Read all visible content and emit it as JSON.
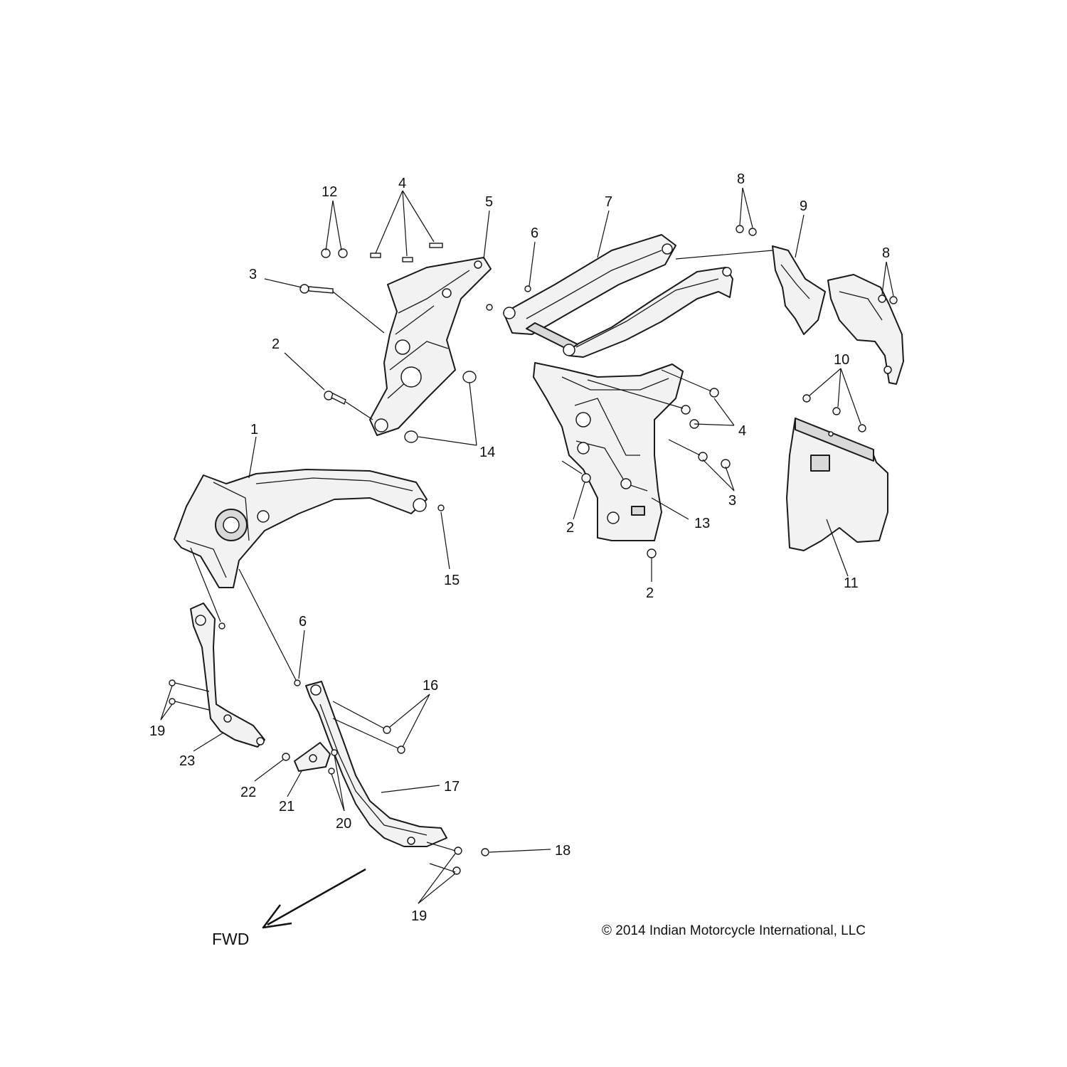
{
  "callouts": [
    {
      "id": "c1",
      "text": "1"
    },
    {
      "id": "c2a",
      "text": "2"
    },
    {
      "id": "c2b",
      "text": "2"
    },
    {
      "id": "c2c",
      "text": "2"
    },
    {
      "id": "c3a",
      "text": "3"
    },
    {
      "id": "c3b",
      "text": "3"
    },
    {
      "id": "c4a",
      "text": "4"
    },
    {
      "id": "c4b",
      "text": "4"
    },
    {
      "id": "c5",
      "text": "5"
    },
    {
      "id": "c6a",
      "text": "6"
    },
    {
      "id": "c6b",
      "text": "6"
    },
    {
      "id": "c7",
      "text": "7"
    },
    {
      "id": "c8a",
      "text": "8"
    },
    {
      "id": "c8b",
      "text": "8"
    },
    {
      "id": "c9",
      "text": "9"
    },
    {
      "id": "c10",
      "text": "10"
    },
    {
      "id": "c11",
      "text": "11"
    },
    {
      "id": "c12",
      "text": "12"
    },
    {
      "id": "c13",
      "text": "13"
    },
    {
      "id": "c14",
      "text": "14"
    },
    {
      "id": "c15",
      "text": "15"
    },
    {
      "id": "c16",
      "text": "16"
    },
    {
      "id": "c17",
      "text": "17"
    },
    {
      "id": "c18",
      "text": "18"
    },
    {
      "id": "c19a",
      "text": "19"
    },
    {
      "id": "c19b",
      "text": "19"
    },
    {
      "id": "c20",
      "text": "20"
    },
    {
      "id": "c21",
      "text": "21"
    },
    {
      "id": "c22",
      "text": "22"
    },
    {
      "id": "c23",
      "text": "23"
    }
  ],
  "direction_label": "FWD",
  "copyright": "© 2014 Indian Motorcycle International, LLC"
}
